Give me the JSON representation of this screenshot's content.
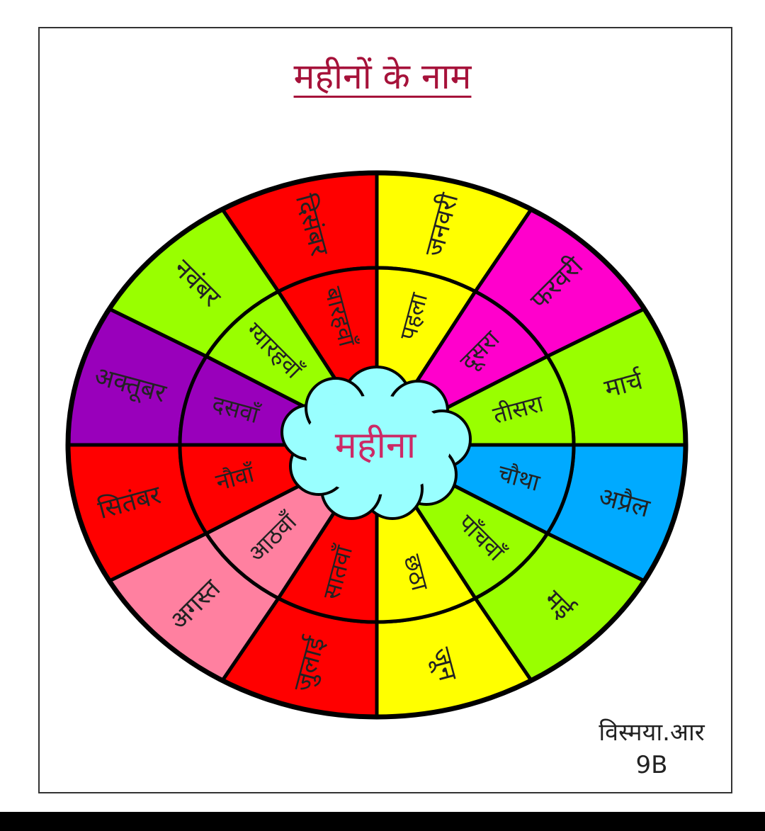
{
  "title": "महीनों के नाम",
  "center_label": "महीना",
  "author": {
    "name": "विस्मया.आर",
    "class": "9B"
  },
  "colors": {
    "yellow": "#ffff00",
    "magenta": "#ff00cc",
    "lime": "#99ff00",
    "blue": "#00aaff",
    "red": "#ff0000",
    "pink": "#ff80a0",
    "purple": "#9900bb",
    "cloud": "#99ffff",
    "title": "#a6123a",
    "center_text": "#cc2a66"
  },
  "segments": [
    {
      "month": "जनवरी",
      "ordinal": "पहला",
      "color": "yellow"
    },
    {
      "month": "फरवरी",
      "ordinal": "दूसरा",
      "color": "magenta"
    },
    {
      "month": "मार्च",
      "ordinal": "तीसरा",
      "color": "lime"
    },
    {
      "month": "अप्रैल",
      "ordinal": "चौथा",
      "color": "blue"
    },
    {
      "month": "मई",
      "ordinal": "पाँचवाँ",
      "color": "lime"
    },
    {
      "month": "जून",
      "ordinal": "छठा",
      "color": "yellow"
    },
    {
      "month": "जुलाई",
      "ordinal": "सातवाँ",
      "color": "red"
    },
    {
      "month": "अगस्त",
      "ordinal": "आठवाँ",
      "color": "pink"
    },
    {
      "month": "सितंबर",
      "ordinal": "नौवाँ",
      "color": "red"
    },
    {
      "month": "अक्तूबर",
      "ordinal": "दसवाँ",
      "color": "purple"
    },
    {
      "month": "नवंबर",
      "ordinal": "ग्यारहवाँ",
      "color": "lime"
    },
    {
      "month": "दिसंबर",
      "ordinal": "बारहवाँ",
      "color": "red"
    }
  ]
}
